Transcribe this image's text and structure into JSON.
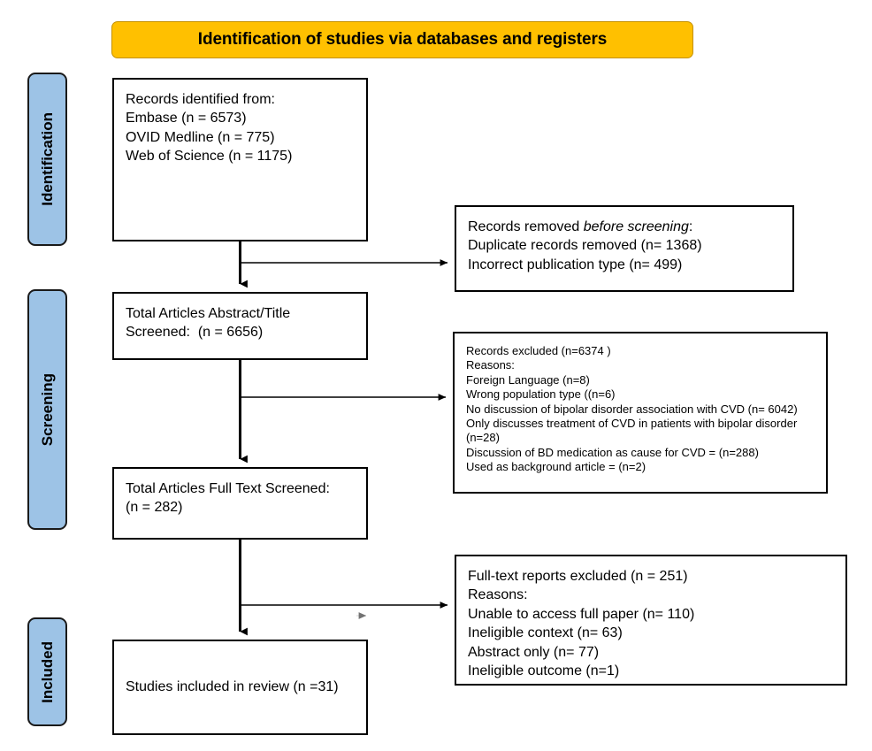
{
  "header": {
    "title": "Identification of studies via databases and registers",
    "background_color": "#FFC000"
  },
  "stage_labels": {
    "background_color": "#9DC3E6",
    "identification": "Identification",
    "screening": "Screening",
    "included": "Included"
  },
  "boxes": {
    "records_identified": {
      "lines": [
        "Records identified from:",
        "Embase (n = 6573)",
        "OVID Medline (n = 775)",
        "Web of Science (n = 1175)"
      ]
    },
    "records_removed": {
      "line1_prefix": "Records removed ",
      "line1_italic": "before screening",
      "line1_suffix": ":",
      "lines": [
        "Duplicate records removed (n= 1368)",
        "Incorrect publication type (n= 499)"
      ]
    },
    "abstract_screened": {
      "lines": [
        "Total Articles Abstract/Title",
        "Screened:  (n = 6656)"
      ]
    },
    "records_excluded": {
      "lines": [
        "Records excluded (n=6374 )",
        "Reasons:",
        "Foreign Language (n=8)",
        "Wrong population type ((n=6)",
        "No discussion of bipolar disorder association with CVD (n= 6042)",
        "Only discusses treatment of CVD in patients with bipolar disorder (n=28)",
        "Discussion of BD medication as cause for CVD = (n=288)",
        "Used as background article = (n=2)"
      ]
    },
    "fulltext_screened": {
      "lines": [
        "Total Articles Full Text Screened:",
        "(n = 282)"
      ]
    },
    "fulltext_excluded": {
      "lines": [
        "Full-text reports excluded (n = 251)",
        "Reasons:",
        "Unable to access full paper (n= 110)",
        "Ineligible context (n= 63)",
        "Abstract only (n= 77)",
        "Ineligible outcome (n=1)"
      ]
    },
    "studies_included": {
      "lines": [
        "Studies included in review (n =31)"
      ]
    }
  }
}
